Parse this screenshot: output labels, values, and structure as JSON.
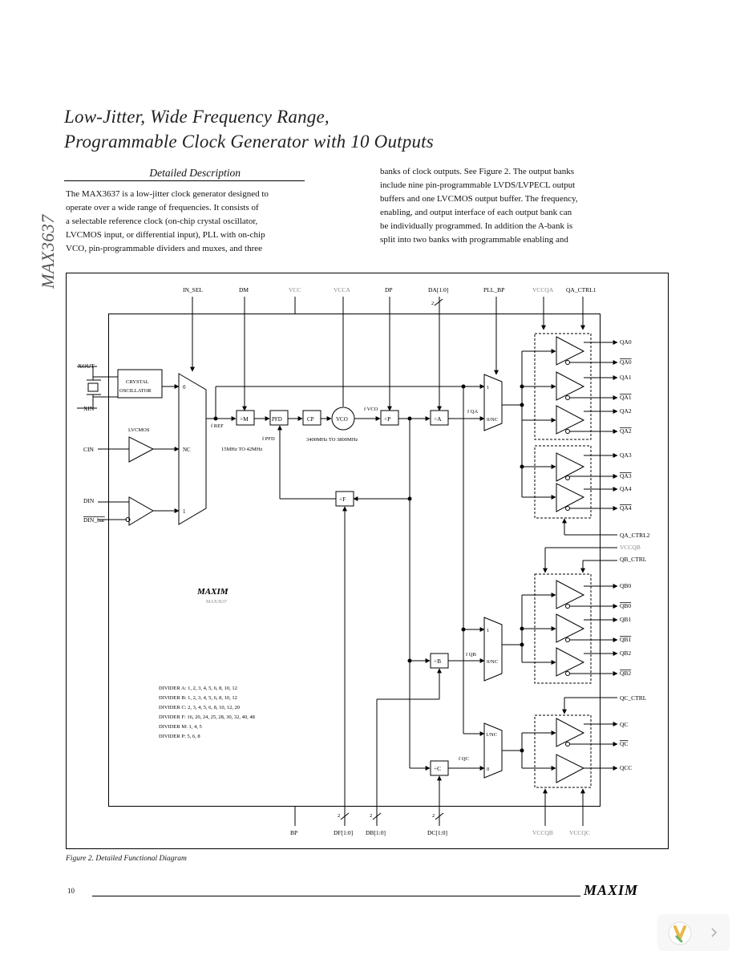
{
  "header": {
    "title_line1": "Low-Jitter, Wide Frequency Range,",
    "title_line2": "Programmable Clock Generator with 10 Outputs",
    "side_part_number": "MAX3637"
  },
  "section": {
    "heading": "Detailed Description",
    "col1_lines": [
      "The MAX3637 is a low-jitter clock generator designed to",
      "operate over a wide range of frequencies. It consists of",
      "a selectable reference clock (on-chip crystal oscillator,",
      "LVCMOS input, or differential input), PLL with on-chip",
      "VCO, pin-programmable dividers and muxes, and three"
    ],
    "col2_lines": [
      "banks of clock outputs. See Figure 2. The output banks",
      "include nine pin-programmable LVDS/LVPECL output",
      "buffers and one LVCMOS output buffer. The frequency,",
      "enabling, and output interface of each output bank can",
      "be individually programmed. In addition the A-bank is",
      "split into two banks with programmable enabling and"
    ]
  },
  "figure": {
    "caption": "Figure 2. Detailed Functional Diagram",
    "top_pins": [
      "IN_SEL",
      "DM",
      "VCC",
      "VCCA",
      "DP",
      "DA[1:0]",
      "PLL_BP",
      "VCCQA",
      "QA_CTRL1"
    ],
    "bottom_pins": [
      "BP",
      "DF[1:0]",
      "DB[1:0]",
      "DC[1:0]",
      "VCCQB",
      "VCCQC"
    ],
    "left_pins": [
      "XOUT",
      "XIN",
      "CIN",
      "DIN",
      "DIN_bar"
    ],
    "right_pins": {
      "qa": [
        "QA0",
        "QA0",
        "QA1",
        "QA1",
        "QA2",
        "QA2",
        "QA3",
        "QA3",
        "QA4",
        "QA4"
      ],
      "qa_ctrl2": "QA_CTRL2",
      "vccqb": "VCCQB",
      "qb_ctrl": "QB_CTRL",
      "qb": [
        "QB0",
        "QB0",
        "QB1",
        "QB1",
        "QB2",
        "QB2"
      ],
      "qc_ctrl": "QC_CTRL",
      "qc": [
        "QC",
        "QC",
        "QCC"
      ]
    },
    "blocks": {
      "crystal_line1": "CRYSTAL",
      "crystal_line2": "OSCILLATOR",
      "lvcmos": "LVCMOS",
      "div_m": "÷M",
      "pfd": "PFD",
      "cp": "CP",
      "vco": "VCO",
      "div_p": "÷P",
      "div_a": "÷A",
      "div_f": "÷F",
      "div_b": "÷B",
      "div_c": "÷C"
    },
    "mux_labels": {
      "in_mux": [
        "0",
        "NC",
        "1"
      ],
      "pll_mux": [
        "1",
        "0/NC"
      ],
      "b_mux": [
        "1",
        "0/NC"
      ],
      "c_mux": [
        "1/NC",
        "0"
      ]
    },
    "freq_labels": {
      "f_ref": "f REF",
      "f_pfd": "f PFD",
      "f_vco": "f VCO",
      "f_qa": "f QA",
      "f_qb": "f QB",
      "f_qc": "f QC",
      "pfd_range": "15MHz TO 42MHz",
      "vco_range": "3400MHz TO 3800MHz"
    },
    "bus_width": "2",
    "chip_logo": "MAXIM",
    "chip_part": "MAX3637",
    "divider_list": [
      "DIVIDER A: 1, 2, 3, 4, 5, 6, 8, 10, 12",
      "DIVIDER B: 1, 2, 3, 4, 5, 6, 8, 10, 12",
      "DIVIDER C: 2, 3, 4, 5, 6, 8, 10, 12, 20",
      "DIVIDER F: 16, 20, 24, 25, 28, 30, 32, 40, 48",
      "DIVIDER M: 1, 4, 5",
      "DIVIDER P: 5, 6, 8"
    ]
  },
  "footer": {
    "page_number": "10",
    "logo": "MAXIM"
  }
}
